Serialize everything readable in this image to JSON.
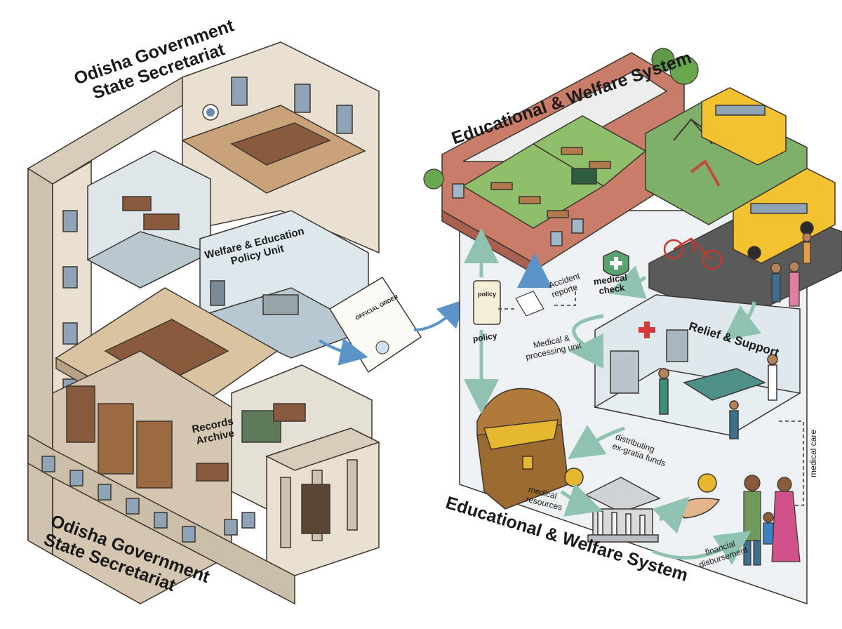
{
  "secretariat": {
    "title_top_line1": "Odisha Government",
    "title_top_line2": "State Secretariat",
    "title_bottom_line1": "Odisha Government",
    "title_bottom_line2": "State Secretariat",
    "policy_unit_line1": "Welfare & Education",
    "policy_unit_line2": "Policy Unit",
    "records_line1": "Records",
    "records_line2": "Archive",
    "official_order": "OFFICIAL ORDER"
  },
  "welfare": {
    "title_top": "Educational & Welfare System",
    "title_bottom": "Educational & Welfare System",
    "policy_scroll": "policy",
    "policy_label": "policy",
    "accident_line1": "Accident",
    "accident_line2": "reporte",
    "medical_check_line1": "medical",
    "medical_check_line2": "check",
    "relief_support": "Relief & Support",
    "processing_line1": "Medical &",
    "processing_line2": "processing unit",
    "distributing_line1": "distributing",
    "distributing_line2": "ex-gratia funds",
    "medical_resources_line1": "medical",
    "medical_resources_line2": "resources",
    "medical_care": "medical care",
    "financial_line1": "financial",
    "financial_line2": "disbursement"
  },
  "colors": {
    "wall": "#e9e0d1",
    "wall_dark": "#cfc3b0",
    "floor_wood": "#c9a27a",
    "floor_light": "#d9e2e8",
    "brick": "#c97c68",
    "grass": "#7fb069",
    "road": "#5a5a5a",
    "bus": "#f2c230",
    "arrow": "#8fc2b0",
    "arrow_blue": "#5a94c8",
    "chest": "#b07a3a",
    "gold": "#e6b830",
    "bank": "#d7d9dc",
    "hospital_floor": "#e7eef2"
  },
  "icons": [
    "emblem-icon",
    "shield-cross-icon",
    "coin-icon",
    "bank-icon",
    "hand-icon",
    "treasure-chest-icon",
    "school-bus-icon",
    "bicycle-icon",
    "red-cross-icon"
  ]
}
